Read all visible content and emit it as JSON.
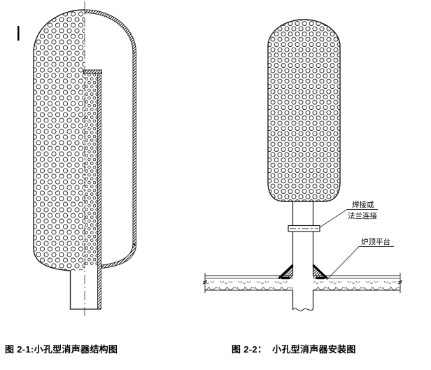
{
  "page": {
    "background": "#ffffff",
    "line_color": "#1a1a1a"
  },
  "figures": [
    {
      "type": "structure-diagram",
      "caption": "图 2-1:小孔型消声器结构图"
    },
    {
      "type": "installation-diagram",
      "caption": "图 2-2：  小孔型消声器安装图",
      "labels": {
        "weld_line1": "焊接或",
        "weld_line2": "法兰连接",
        "platform": "炉顶平台"
      }
    }
  ]
}
